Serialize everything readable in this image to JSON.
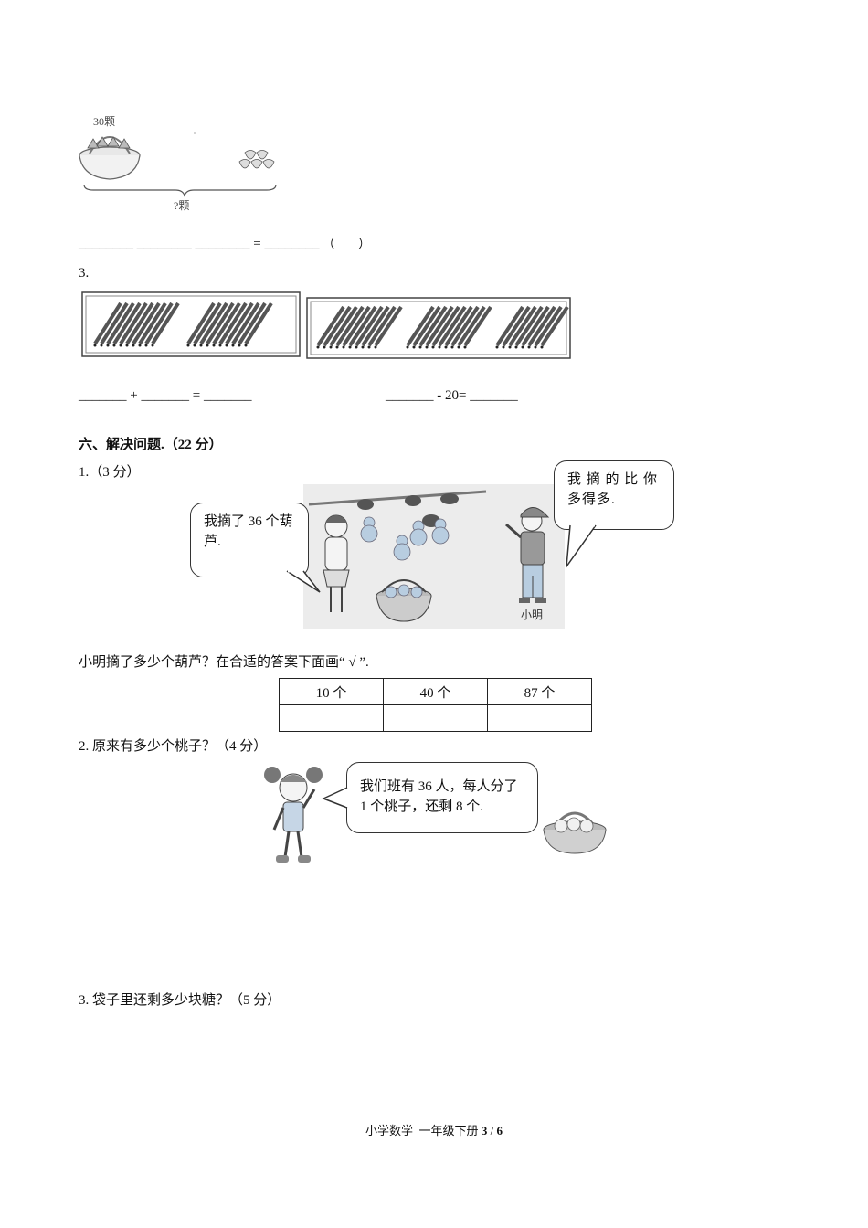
{
  "strawberry_figure": {
    "top_label": "30颗",
    "bottom_label": "?颗"
  },
  "q2_equation": {
    "blanks": [
      "________",
      "________",
      "________",
      "________"
    ],
    "equals": "=",
    "unit": "（　　）"
  },
  "q3": {
    "number": "3.",
    "eq1": {
      "b1": "_______",
      "op": "+",
      "b2": "_______",
      "eq": "=",
      "b3": "_______"
    },
    "eq2": {
      "b1": "_______",
      "op": "- 20=",
      "b2": "_______"
    }
  },
  "section6": {
    "title": "六、解决问题.（22 分）",
    "q1": {
      "label": "1.（3 分）",
      "girl_bubble": "我摘了 36 个葫芦.",
      "boy_bubble": "我 摘 的 比 你 多得多.",
      "boy_name": "小明",
      "question": "小明摘了多少个葫芦？在合适的答案下面画“ √ ”.",
      "options": [
        "10 个",
        "40 个",
        "87 个"
      ]
    },
    "q2": {
      "label": "2. 原来有多少个桃子？（4 分）",
      "bubble": "我们班有 36 人，每人分了 1 个桃子，还剩 8 个."
    },
    "q3": {
      "label": "3. 袋子里还剩多少块糖？（5 分）"
    }
  },
  "footer": {
    "text": "小学数学  一年级下册",
    "page": "3",
    "sep": " / ",
    "total": "6"
  }
}
